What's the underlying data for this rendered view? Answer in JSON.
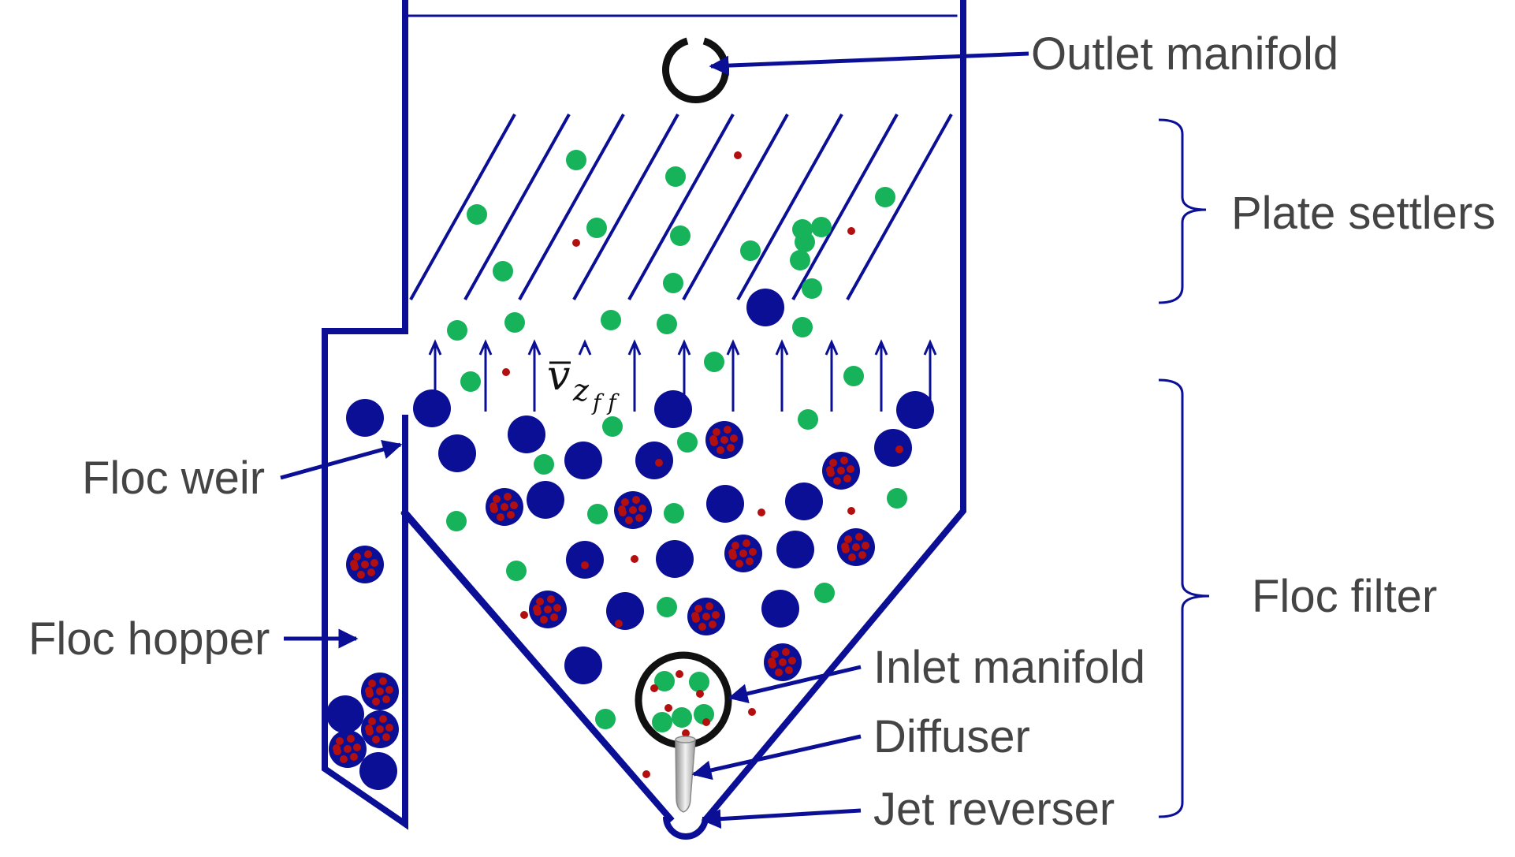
{
  "labels": {
    "outlet_manifold": "Outlet manifold",
    "plate_settlers": "Plate settlers",
    "floc_weir": "Floc weir",
    "floc_hopper": "Floc hopper",
    "floc_filter": "Floc filter",
    "inlet_manifold": "Inlet manifold",
    "diffuser": "Diffuser",
    "jet_reverser": "Jet reverser"
  },
  "velocity_symbol": {
    "main": "v",
    "sub": "z",
    "subsub": "f f"
  },
  "colors": {
    "wall": "#0a0f96",
    "large_floc": "#0a0f96",
    "small_floc": "#16b35a",
    "particle": "#b30f0f",
    "manifold": "#111111",
    "text": "#444444"
  }
}
